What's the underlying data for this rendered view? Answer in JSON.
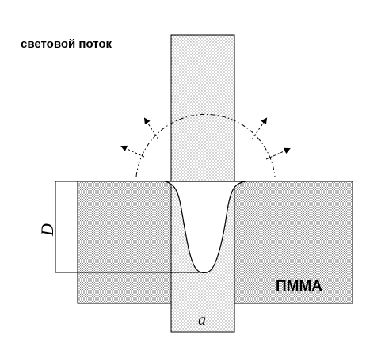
{
  "labels": {
    "light_flux": "световой поток",
    "material": "ПММА",
    "depth": "D",
    "width": "a"
  },
  "colors": {
    "stroke": "#000000",
    "background": "#ffffff",
    "beam_dot": "#333333",
    "block_dot": "#555555"
  }
}
